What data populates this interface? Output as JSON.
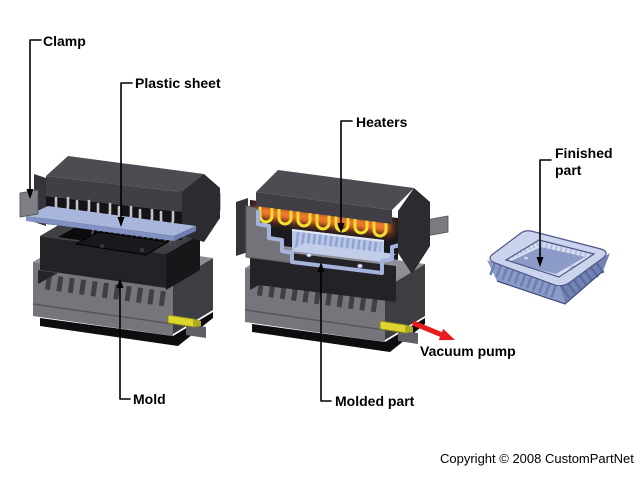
{
  "labels": {
    "clamp": "Clamp",
    "plastic_sheet": "Plastic sheet",
    "heaters": "Heaters",
    "finished_part": "Finished part",
    "mold": "Mold",
    "molded_part": "Molded part",
    "vacuum_pump": "Vacuum pump"
  },
  "footer": {
    "copyright": "Copyright © 2008 CustomPartNet"
  },
  "icons": {
    "leader_arrow_down": "▼",
    "leader_arrow_up": "▲",
    "vacuum_flow_arrow": "→"
  },
  "colors": {
    "background": "#ffffff",
    "label_text": "#000000",
    "leader_line": "#000000",
    "hood_top": "#4c4c52",
    "hood_front": "#3f3f45",
    "hood_side": "#2b2b30",
    "hood_interior": "#141417",
    "base_front": "#75757b",
    "base_side": "#3d3d42",
    "base_top": "#8d8d93",
    "base_rib_slot": "#3f3f44",
    "mold_dark": "#232327",
    "mold_cavity": "#0b0b0d",
    "plastic_sheet_blue": "#a9b6dc",
    "sheet_edge_blue": "#8191c1",
    "heater_silver": "#c3c3c9",
    "heater_hot_yellow": "#f2df2e",
    "heater_glow_orange": "#f07c30",
    "glow_deep_orange": "#cc5520",
    "molded_part_blue": "#b7c5e6",
    "molded_part_rib": "#8fa2cf",
    "vacuum_nozzle_yellow": "#ddd62c",
    "vacuum_arrow_red": "#e81c1c",
    "finished_wall_blue": "#8b9ac6",
    "finished_rim_blue": "#cbd4ec",
    "finished_floor_blue": "#8c9bc7",
    "clamp_tab_gray": "#7f7f85"
  }
}
